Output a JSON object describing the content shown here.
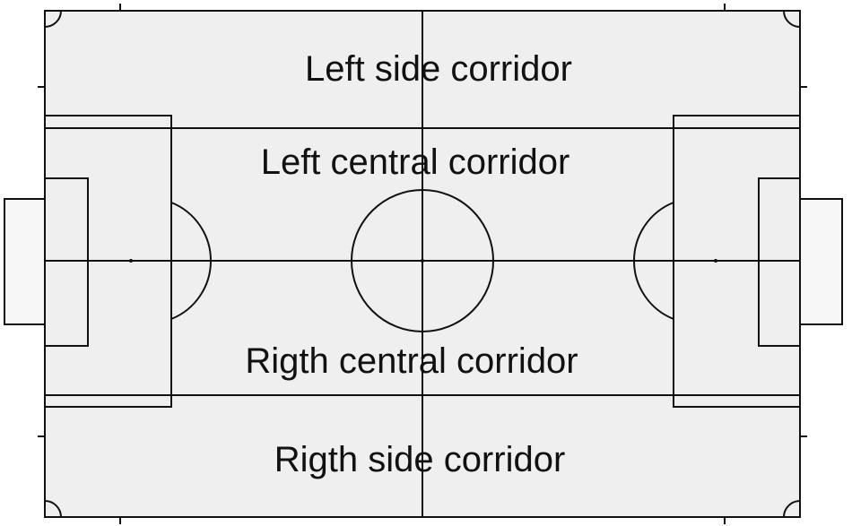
{
  "colors": {
    "field": "#efefef",
    "lines": "#111111",
    "background": "#ffffff"
  },
  "corridors": [
    {
      "label": "Left side corridor"
    },
    {
      "label": "Left central corridor"
    },
    {
      "label": "Rigth central corridor"
    },
    {
      "label": "Rigth side corridor"
    }
  ]
}
